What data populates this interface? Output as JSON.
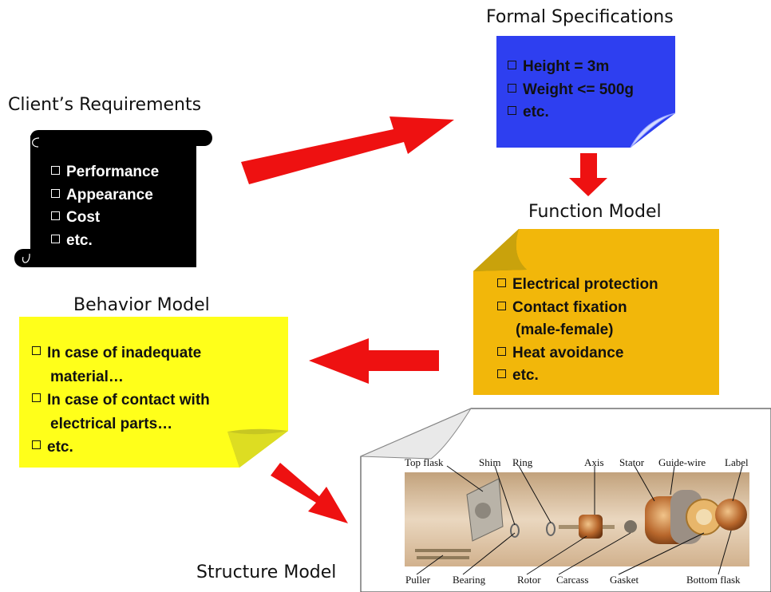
{
  "client": {
    "title": "Client’s Requirements",
    "items": [
      "Performance",
      "Appearance",
      "Cost",
      "etc."
    ]
  },
  "formal": {
    "title": "Formal Specifications",
    "items": [
      "Height = 3m",
      "Weight <= 500g",
      "etc."
    ],
    "color": "#2e3ff0"
  },
  "function_model": {
    "title": "Function Model",
    "items": [
      "Electrical protection",
      "Contact fixation",
      "(male-female)",
      "Heat avoidance",
      "etc."
    ],
    "color": "#f2b70a"
  },
  "behavior": {
    "title": "Behavior Model",
    "items": [
      "In case of inadequate",
      "material…",
      "In case of contact with",
      "electrical parts…",
      "etc."
    ],
    "color": "#ffff1a"
  },
  "structure": {
    "title": "Structure Model",
    "top_labels": [
      "Top flask",
      "Shim",
      "Ring",
      "Axis",
      "Stator",
      "Guide-wire",
      "Label"
    ],
    "bottom_labels": [
      "Puller",
      "Bearing",
      "Rotor",
      "Carcass",
      "Gasket",
      "Bottom flask"
    ]
  },
  "colors": {
    "arrow": "#ee1111",
    "scroll": "#000000"
  }
}
